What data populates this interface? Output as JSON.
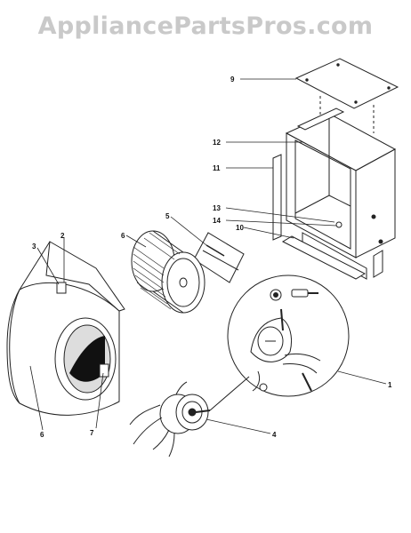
{
  "watermark": "AppliancePartsPros.com",
  "callouts": [
    {
      "id": "c1",
      "text": "1"
    },
    {
      "id": "c2",
      "text": "2"
    },
    {
      "id": "c3",
      "text": "3"
    },
    {
      "id": "c4",
      "text": "4"
    },
    {
      "id": "c5",
      "text": "5"
    },
    {
      "id": "c6a",
      "text": "6"
    },
    {
      "id": "c6b",
      "text": "6"
    },
    {
      "id": "c7",
      "text": "7"
    },
    {
      "id": "c9",
      "text": "9"
    },
    {
      "id": "c10",
      "text": "10"
    },
    {
      "id": "c11",
      "text": "11"
    },
    {
      "id": "c12",
      "text": "12"
    },
    {
      "id": "c13",
      "text": "13"
    },
    {
      "id": "c14",
      "text": "14"
    }
  ]
}
